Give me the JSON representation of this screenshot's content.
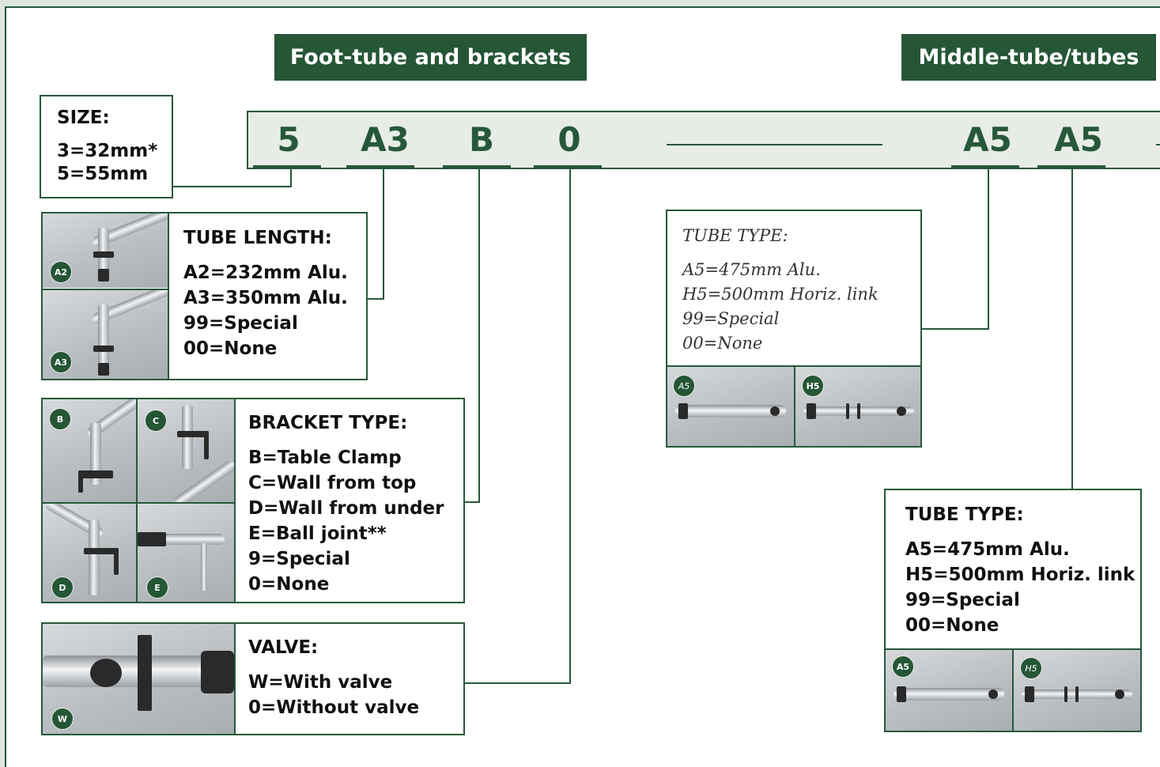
{
  "banners": {
    "foot": "Foot-tube and brackets",
    "middle": "Middle-tube/tubes"
  },
  "code": {
    "size": "5",
    "tube_length": "A3",
    "bracket": "B",
    "valve": "0",
    "middle_1": "A5",
    "middle_2": "A5"
  },
  "size_box": {
    "heading": "SIZE:",
    "options": [
      "3=32mm*",
      "5=55mm"
    ]
  },
  "tube_length_box": {
    "heading": "TUBE LENGTH:",
    "options": [
      "A2=232mm Alu.",
      "A3=350mm Alu.",
      "99=Special",
      "00=None"
    ],
    "badges": [
      "A2",
      "A3"
    ]
  },
  "bracket_box": {
    "heading": "BRACKET TYPE:",
    "options": [
      "B=Table Clamp",
      "C=Wall from top",
      "D=Wall from under",
      "E=Ball joint**",
      "9=Special",
      "0=None"
    ],
    "badges": [
      "B",
      "C",
      "D",
      "E"
    ]
  },
  "valve_box": {
    "heading": "VALVE:",
    "options": [
      "W=With valve",
      "0=Without valve"
    ],
    "badge": "W"
  },
  "tube_type_box_1": {
    "heading": "TUBE TYPE:",
    "options": [
      "A5=475mm Alu.",
      "H5=500mm Horiz. link",
      "99=Special",
      "00=None"
    ],
    "badges": [
      "A5",
      "H5"
    ]
  },
  "tube_type_box_2": {
    "heading": "TUBE TYPE:",
    "options": [
      "A5=475mm Alu.",
      "H5=500mm Horiz. link",
      "99=Special",
      "00=None"
    ],
    "badges": [
      "A5",
      "H5"
    ]
  },
  "colors": {
    "accent": "#255635",
    "code_bg": "#e7ece6"
  }
}
